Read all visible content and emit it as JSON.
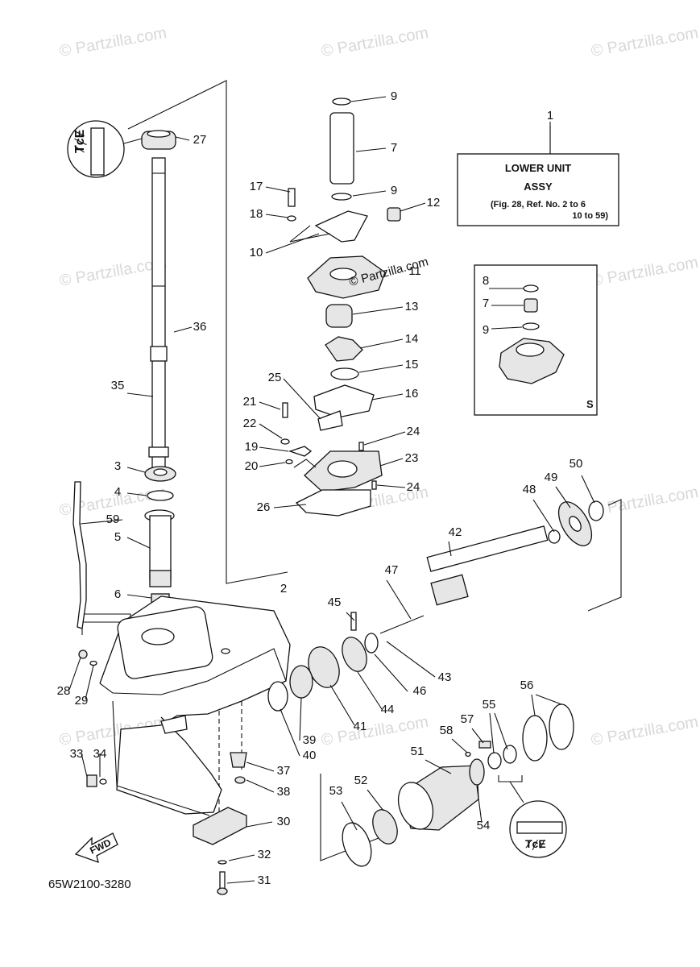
{
  "watermark": "© Partzilla.com",
  "center_watermark": "© Partzilla.com",
  "title_box": {
    "line1": "LOWER UNIT",
    "line2": "ASSY",
    "line3": "(Fig. 28, Ref. No. 2 to 6",
    "line4": "10 to 59)"
  },
  "inset_letter": "S",
  "fwd_label": "FWD",
  "drawing_number": "65W2100-3280",
  "callouts": [
    "1",
    "2",
    "3",
    "4",
    "5",
    "6",
    "7",
    "8",
    "9",
    "10",
    "11",
    "12",
    "13",
    "14",
    "15",
    "16",
    "17",
    "18",
    "19",
    "20",
    "21",
    "22",
    "23",
    "24",
    "25",
    "26",
    "27",
    "28",
    "29",
    "30",
    "31",
    "32",
    "33",
    "34",
    "35",
    "36",
    "37",
    "38",
    "39",
    "40",
    "41",
    "42",
    "43",
    "44",
    "45",
    "46",
    "47",
    "48",
    "49",
    "50",
    "51",
    "52",
    "53",
    "54",
    "55",
    "56",
    "57",
    "58",
    "59"
  ],
  "inset_callouts": [
    "8",
    "7",
    "9"
  ],
  "extra_callouts": {
    "c9b": "9",
    "c24b": "24"
  },
  "icons": {
    "grease-left": "grease-symbol-icon",
    "grease-right": "grease-symbol-icon"
  }
}
